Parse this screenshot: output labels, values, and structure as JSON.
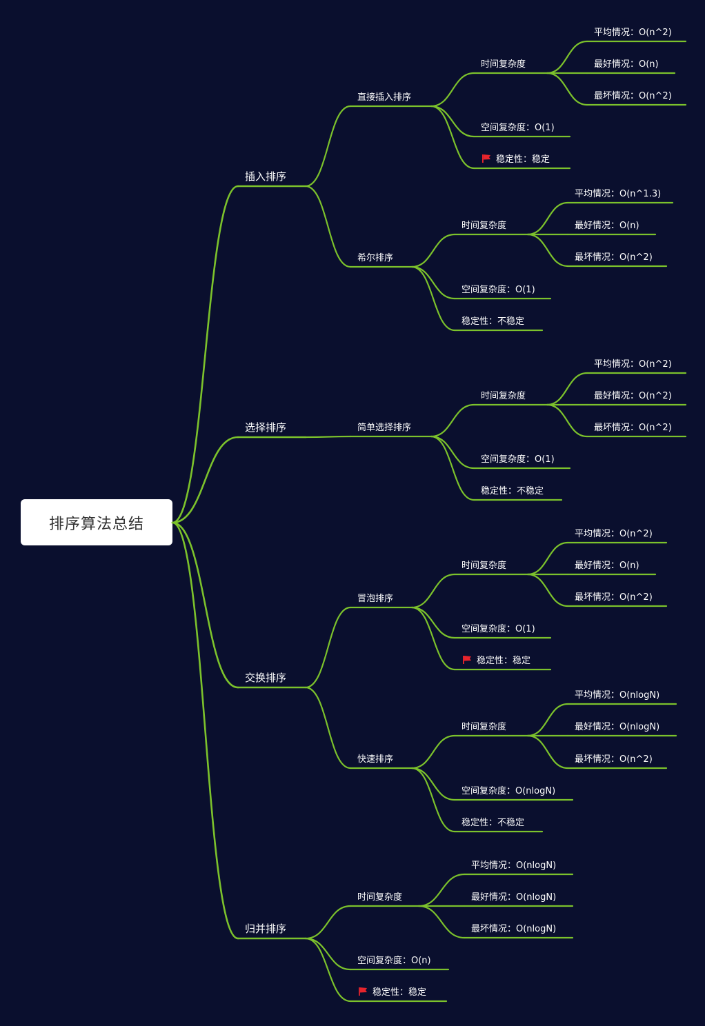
{
  "colors": {
    "background": "#0a0f2e",
    "branch": "#7cc22c",
    "root_bg": "#ffffff",
    "flag": "#e8242c"
  },
  "root": {
    "label": "排序算法总结"
  },
  "nodes": {
    "n_insert": "插入排序",
    "n_direct": "直接插入排序",
    "n_direct_time": "时间复杂度",
    "n_direct_avg": "平均情况：O(n^2)",
    "n_direct_best": "最好情况：O(n)",
    "n_direct_worst": "最坏情况：O(n^2)",
    "n_direct_space": "空间复杂度：O(1)",
    "n_direct_stable": "稳定性：稳定",
    "n_shell": "希尔排序",
    "n_shell_time": "时间复杂度",
    "n_shell_avg": "平均情况：O(n^1.3)",
    "n_shell_best": "最好情况：O(n)",
    "n_shell_worst": "最坏情况：O(n^2)",
    "n_shell_space": "空间复杂度：O(1)",
    "n_shell_stable": "稳定性：不稳定",
    "n_select": "选择排序",
    "n_simple": "简单选择排序",
    "n_simple_time": "时间复杂度",
    "n_simple_avg": "平均情况：O(n^2)",
    "n_simple_best": "最好情况：O(n^2)",
    "n_simple_worst": "最坏情况：O(n^2)",
    "n_simple_space": "空间复杂度：O(1)",
    "n_simple_stable": "稳定性：不稳定",
    "n_swap": "交换排序",
    "n_bubble": "冒泡排序",
    "n_bubble_time": "时间复杂度",
    "n_bubble_avg": "平均情况：O(n^2)",
    "n_bubble_best": "最好情况：O(n)",
    "n_bubble_worst": "最坏情况：O(n^2)",
    "n_bubble_space": "空间复杂度：O(1)",
    "n_bubble_stable": "稳定性：稳定",
    "n_quick": "快速排序",
    "n_quick_time": "时间复杂度",
    "n_quick_avg": "平均情况：O(nlogN)",
    "n_quick_best": "最好情况：O(nlogN)",
    "n_quick_worst": "最坏情况：O(n^2)",
    "n_quick_space": "空间复杂度：O(nlogN)",
    "n_quick_stable": "稳定性：不稳定",
    "n_merge": "归并排序",
    "n_merge_time": "时间复杂度",
    "n_merge_avg": "平均情况：O(nlogN)",
    "n_merge_best": "最好情况：O(nlogN)",
    "n_merge_worst": "最坏情况：O(nlogN)",
    "n_merge_space": "空间复杂度：O(n)",
    "n_merge_stable": "稳定性：稳定"
  },
  "flag_icon": "flag-icon"
}
